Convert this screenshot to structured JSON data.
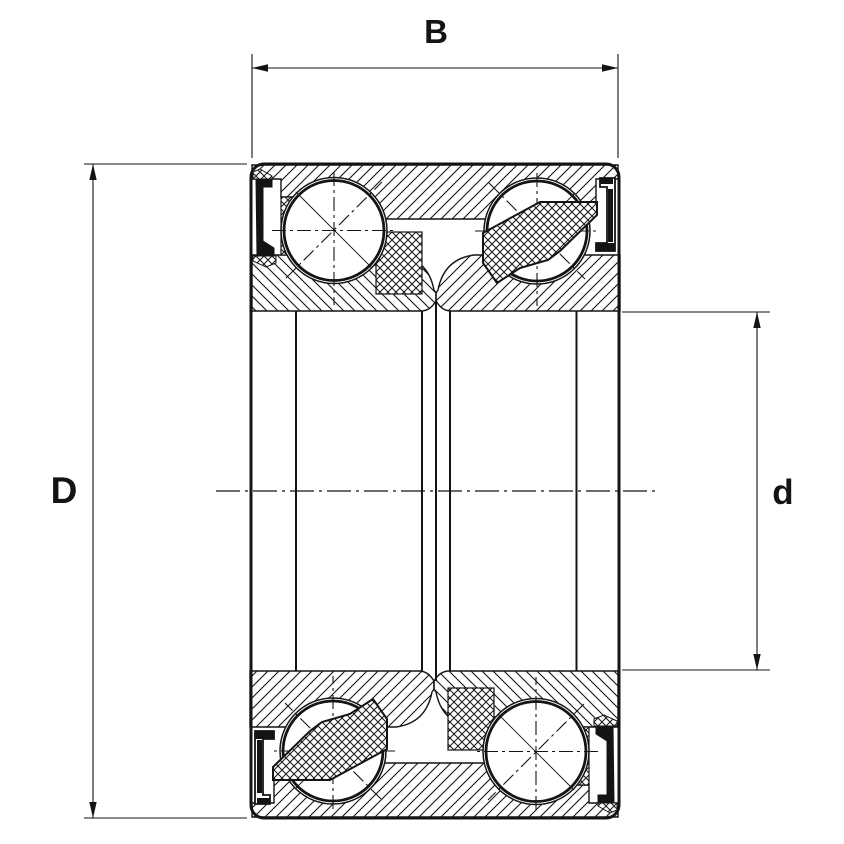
{
  "page": {
    "background": "#ffffff",
    "ink": "#141414"
  },
  "labels": {
    "width": "B",
    "outer_diameter": "D",
    "bore": "d"
  }
}
